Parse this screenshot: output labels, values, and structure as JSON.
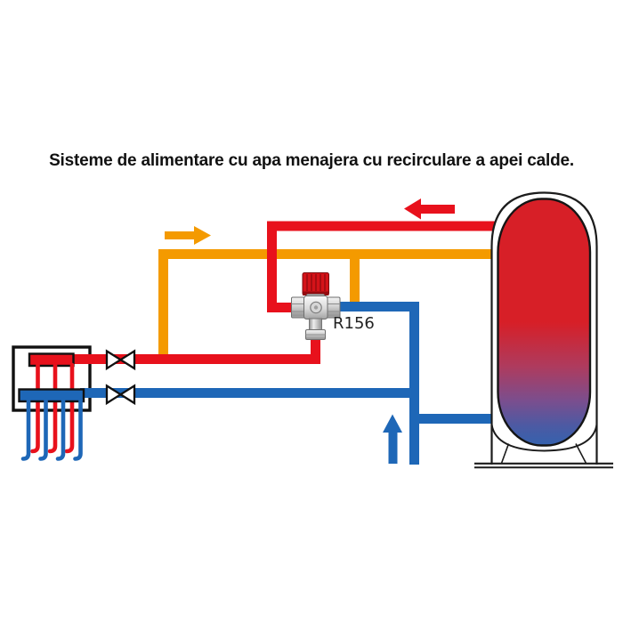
{
  "title": "Sisteme de alimentare cu apa menajera cu recirculare a apei calde.",
  "valve": {
    "label": "R156"
  },
  "colors": {
    "hot_water": "#e8111c",
    "cold_water": "#1e67b7",
    "recirculation": "#f49a00",
    "valve_knob": "#d41319",
    "outline": "#111111",
    "tank_gradient": [
      "#d71f27",
      "#d71f27",
      "#ae3b5e",
      "#7a4e8e",
      "#4c5aa3",
      "#3562ae"
    ]
  },
  "flow_arrows": [
    {
      "name": "hot-water-flow-arrow",
      "direction": "left"
    },
    {
      "name": "recirculation-flow-arrow",
      "direction": "right"
    },
    {
      "name": "cold-water-supply-arrow",
      "direction": "up"
    }
  ]
}
